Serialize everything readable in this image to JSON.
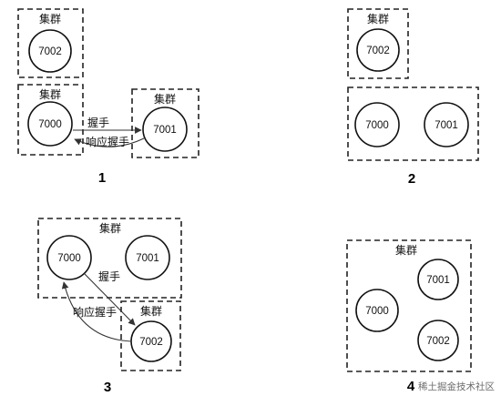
{
  "diagram": {
    "cluster_label": "集群",
    "nodes": {
      "n7000": "7000",
      "n7001": "7001",
      "n7002": "7002"
    },
    "edge_labels": {
      "handshake": "握手",
      "reply": "响应握手"
    },
    "steps": [
      "1",
      "2",
      "3",
      "4"
    ],
    "watermark": "稀土掘金技术社区"
  }
}
